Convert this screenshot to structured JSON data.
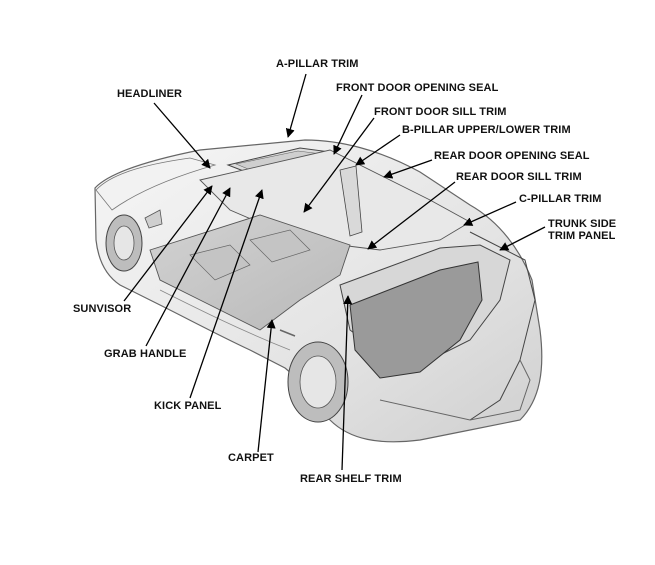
{
  "diagram": {
    "subject": "car-interior-trim-locations",
    "line_color": "#000000",
    "body_fill": "#ececec",
    "body_stroke": "#555555",
    "labels": {
      "a_pillar_trim": "A-PILLAR TRIM",
      "headliner": "HEADLINER",
      "front_door_opening_seal": "FRONT DOOR OPENING SEAL",
      "front_door_sill_trim": "FRONT DOOR SILL TRIM",
      "b_pillar_trim": "B-PILLAR UPPER/LOWER TRIM",
      "rear_door_opening_seal": "REAR DOOR OPENING SEAL",
      "rear_door_sill_trim": "REAR DOOR SILL TRIM",
      "c_pillar_trim": "C-PILLAR TRIM",
      "trunk_side_trim_panel_line1": "TRUNK SIDE",
      "trunk_side_trim_panel_line2": "TRIM PANEL",
      "sunvisor": "SUNVISOR",
      "grab_handle": "GRAB HANDLE",
      "kick_panel": "KICK PANEL",
      "carpet": "CARPET",
      "rear_shelf_trim": "REAR SHELF TRIM"
    }
  }
}
